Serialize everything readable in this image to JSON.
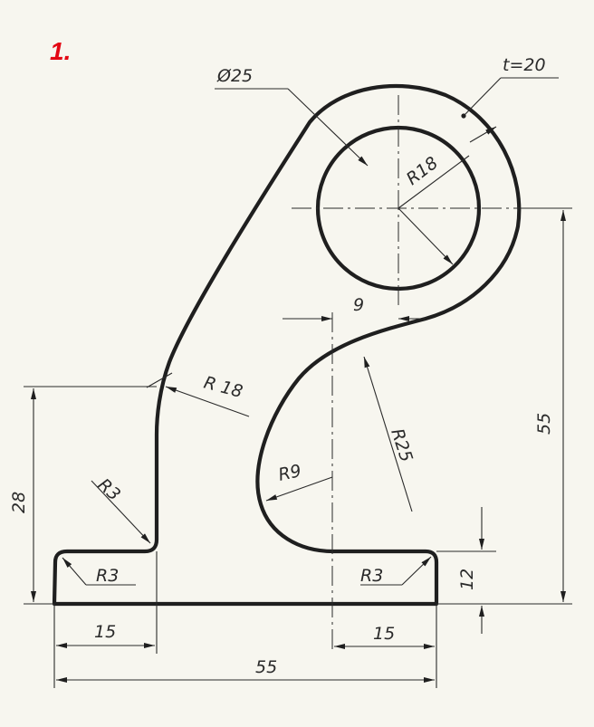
{
  "exercise": {
    "number": "1."
  },
  "labels": {
    "thickness": "t=20",
    "hole_diameter": "Ø25",
    "hole_radius": "R18",
    "arc_r18": "R 18",
    "arc_r9": "R9",
    "arc_r25": "R25",
    "fillet_r3_upper": "R3",
    "fillet_r3_left": "R3",
    "fillet_r3_right": "R3",
    "dim_9": "9",
    "dim_55_vertical": "55",
    "dim_28": "28",
    "dim_12": "12",
    "dim_15_left": "15",
    "dim_15_right": "15",
    "dim_55_overall": "55"
  },
  "colors": {
    "number": "#e30613",
    "ink": "#1f1f1f",
    "paper": "#f7f6ef"
  }
}
